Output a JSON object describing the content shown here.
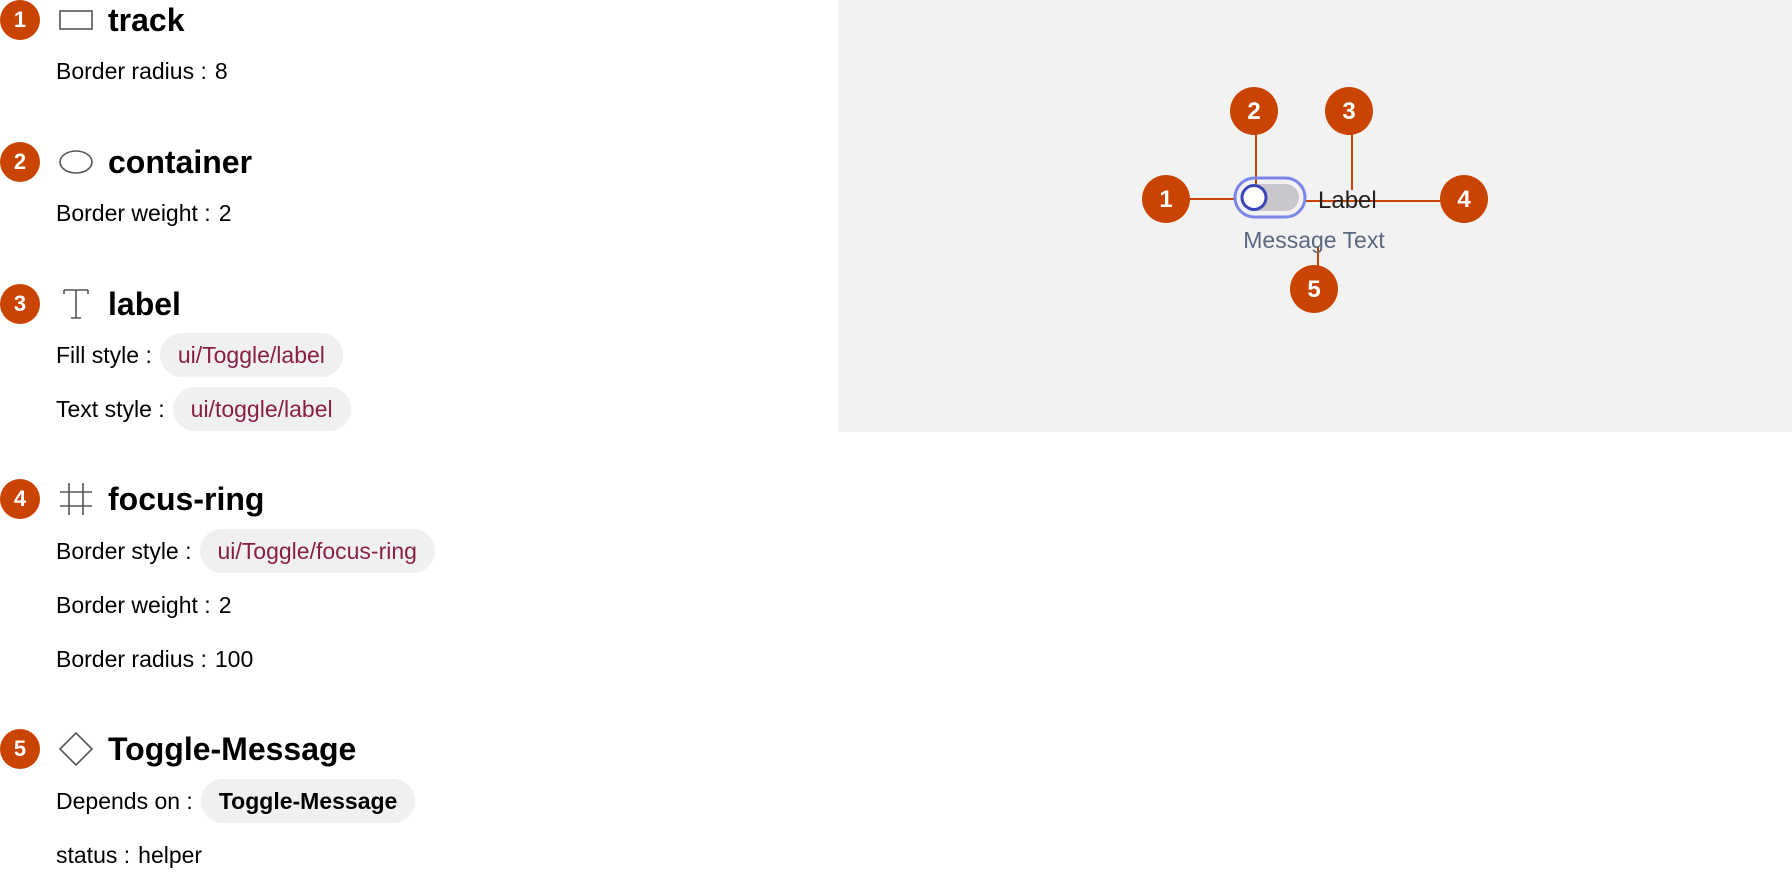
{
  "parts": [
    {
      "number": "1",
      "icon": "rectangle-icon",
      "name": "track",
      "props": [
        {
          "key": "Border radius :",
          "value": "8"
        }
      ]
    },
    {
      "number": "2",
      "icon": "ellipse-icon",
      "name": "container",
      "props": [
        {
          "key": "Border weight :",
          "value": "2"
        }
      ]
    },
    {
      "number": "3",
      "icon": "text-icon",
      "name": "label",
      "props": [
        {
          "key": "Fill style :",
          "chip": "ui/Toggle/label"
        },
        {
          "key": "Text style :",
          "chip": "ui/toggle/label"
        }
      ]
    },
    {
      "number": "4",
      "icon": "frame-icon",
      "name": "focus-ring",
      "props": [
        {
          "key": "Border style :",
          "chip": "ui/Toggle/focus-ring"
        },
        {
          "key": "Border weight :",
          "value": "2"
        },
        {
          "key": "Border radius :",
          "value": "100"
        }
      ]
    },
    {
      "number": "5",
      "icon": "component-instance-icon",
      "name": "Toggle-Message",
      "props": [
        {
          "key": "Depends on :",
          "chip_bold": "Toggle-Message"
        },
        {
          "key": "status :",
          "value": "helper"
        }
      ]
    }
  ],
  "preview": {
    "toggle_label": "Label",
    "message_text": "Message Text",
    "callouts": [
      "1",
      "2",
      "3",
      "4",
      "5"
    ]
  },
  "colors": {
    "badge": "#c94400",
    "chip_text": "#8a1f45",
    "chip_bg": "#f0f0f0",
    "preview_bg": "#f2f2f2",
    "focus_ring": "#7b86e8",
    "knob_border": "#3b45b8",
    "track": "#c8c8cc",
    "message": "#5c6880"
  }
}
